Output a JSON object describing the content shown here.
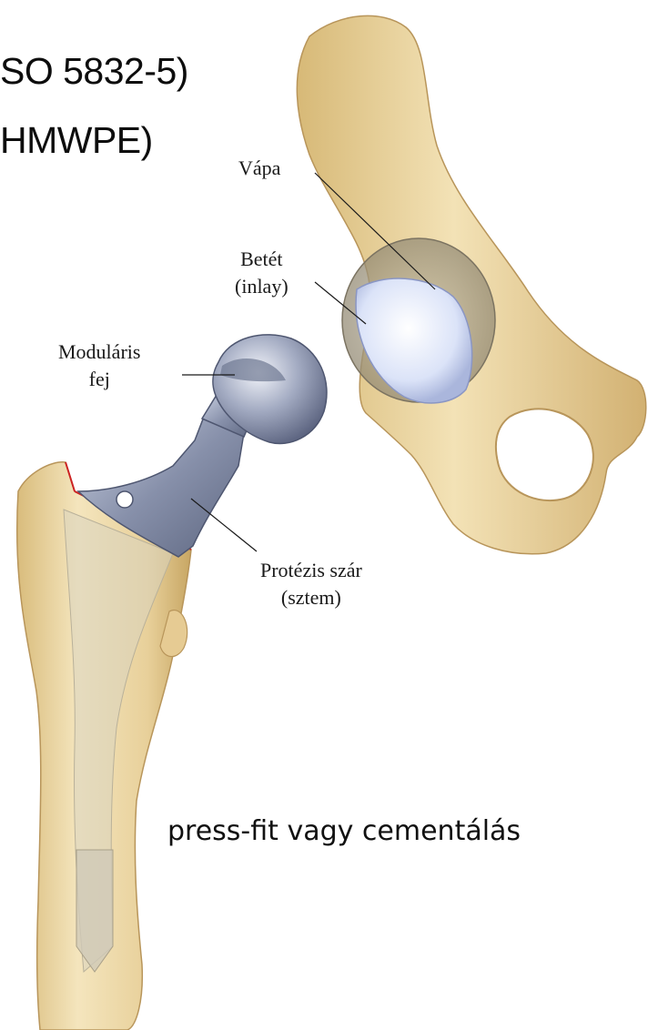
{
  "heading": {
    "line1": "SO 5832-5)",
    "line2": "HMWPE)"
  },
  "labels": {
    "cup": "Vápa",
    "liner_line1": "Betét",
    "liner_line2": "(inlay)",
    "head_line1": "Moduláris",
    "head_line2": "fej",
    "stem_line1": "Protézis szár",
    "stem_line2": "(sztem)"
  },
  "footer": {
    "fixation": "press-fit vagy cementálás"
  },
  "colors": {
    "bone": "#efd9a4",
    "bone_shadow": "#c9a965",
    "metal": "#8e98b0",
    "liner": "#dfe7fa",
    "cut_line": "#cc2222"
  }
}
